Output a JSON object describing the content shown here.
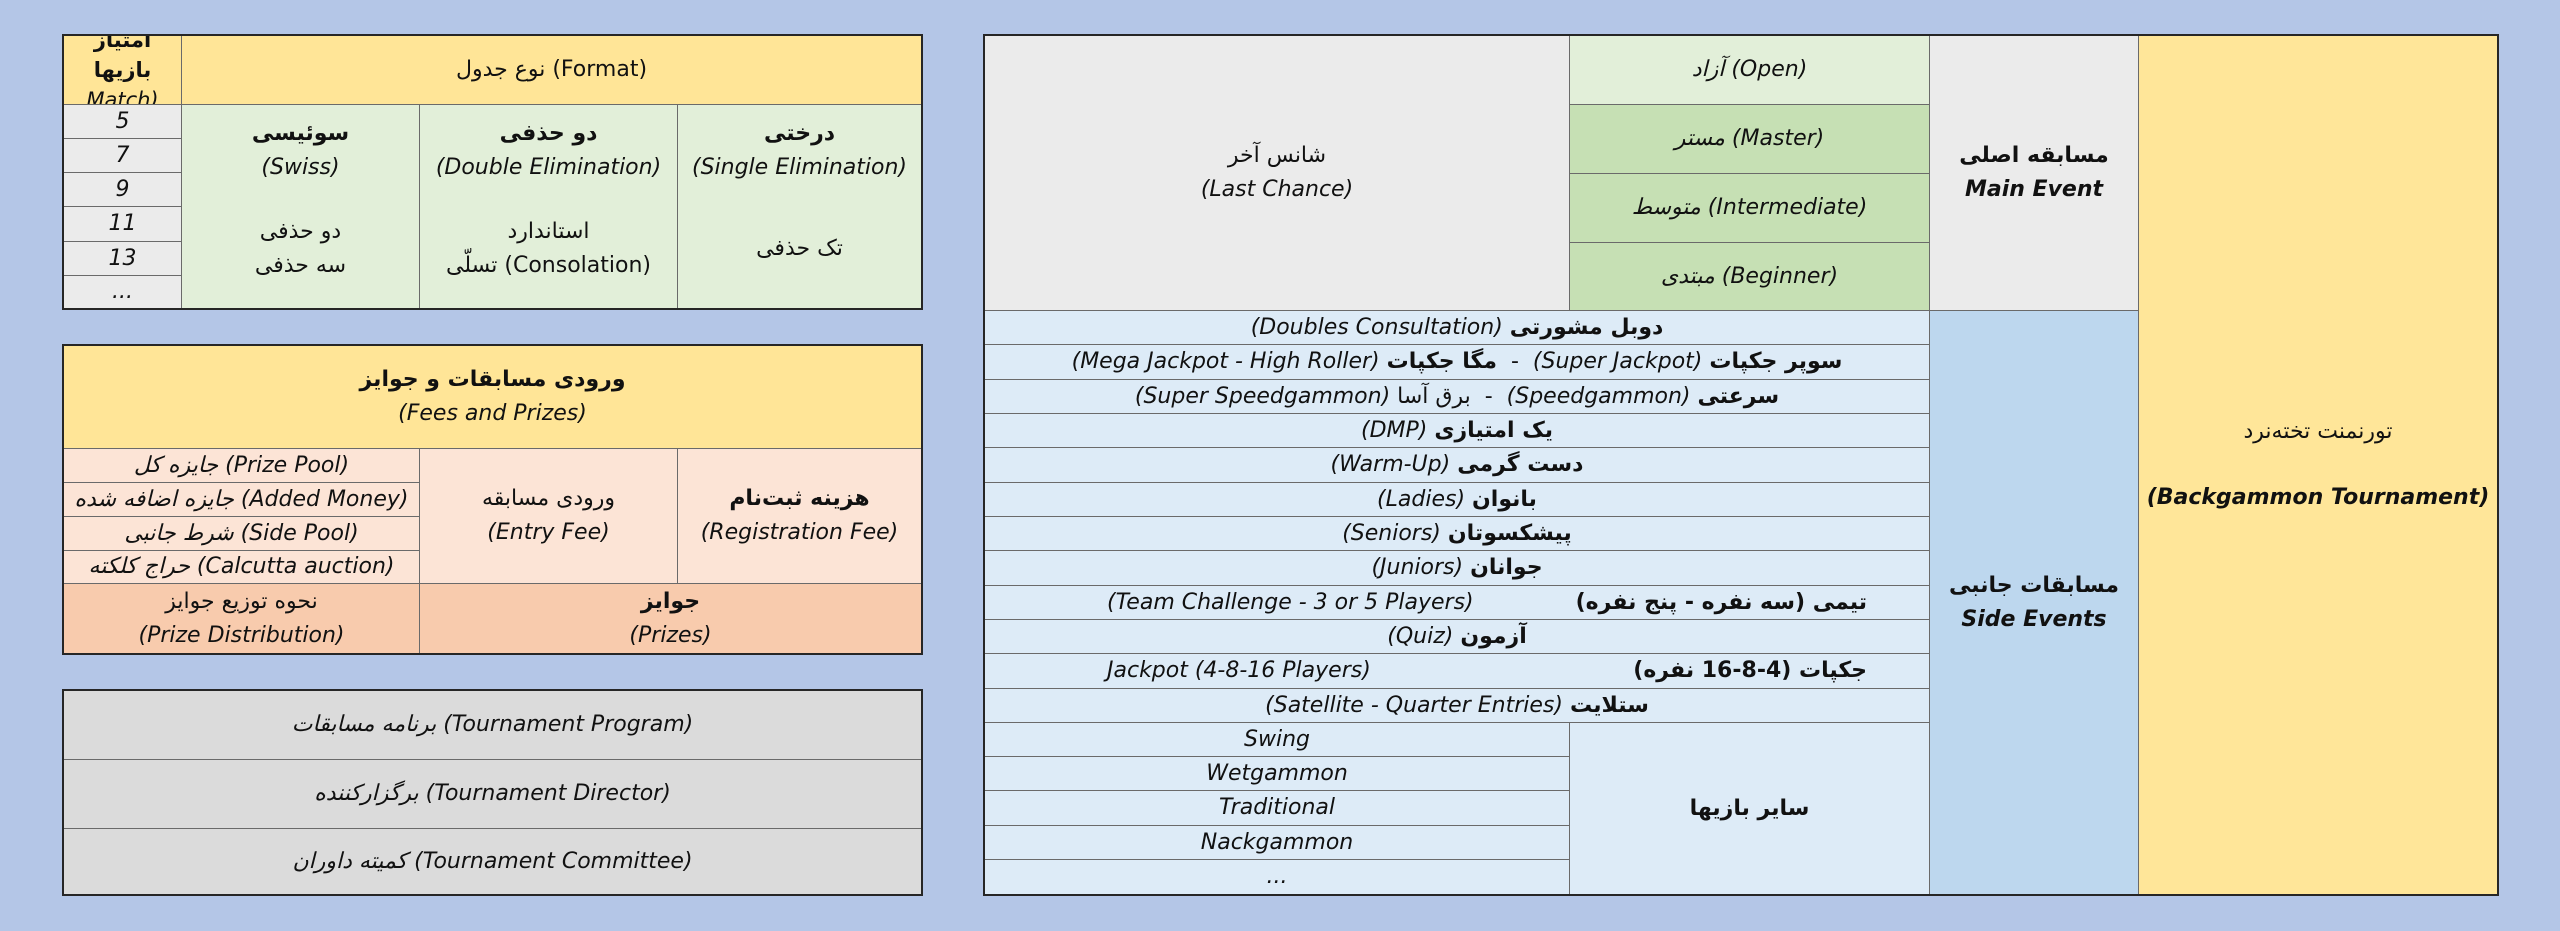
{
  "format_table": {
    "header_match": "امتیاز بازیها",
    "header_match_en": "Match)",
    "header_format": "نوع جدول (Format)",
    "match_points": [
      "5",
      "7",
      "9",
      "11",
      "13",
      "..."
    ],
    "single": {
      "title_fa": "درختی",
      "title_en": "(Single Elimination)",
      "sub1": "تک حذفی"
    },
    "double": {
      "title_fa": "دو حذفی",
      "title_en": "(Double Elimination)",
      "sub1": "استاندارد",
      "sub2": "تسلّی (Consolation)"
    },
    "swiss": {
      "title_fa": "سوئیسی",
      "title_en": "(Swiss)",
      "sub1": "دو حذفی",
      "sub2": "سه حذفی"
    }
  },
  "fees": {
    "title_fa": "ورودی مسابقات و جوایز",
    "title_en": "(Fees and Prizes)",
    "registration_fa": "هزینه ثبت‌نام",
    "registration_en": "(Registration Fee)",
    "entry_fa": "ورودی مسابقه",
    "entry_en": "(Entry Fee)",
    "items": [
      "جایزه کل (Prize Pool)",
      "جایزه اضافه شده (Added Money)",
      "شرط جانبی (Side Pool)",
      "حراج کلکته (Calcutta auction)"
    ],
    "prizes_fa": "جوایز",
    "prizes_en": "(Prizes)",
    "distribution_fa": "نحوه توزیع جوایز",
    "distribution_en": "(Prize Distribution)"
  },
  "program": {
    "rows": [
      "برنامه مسابقات (Tournament Program)",
      "برگزارکننده (Tournament Director)",
      "کمیته داوران (Tournament Committee)"
    ]
  },
  "tournament": {
    "title_fa": "تورنمنت تخته‌نرد",
    "title_en": "(Backgammon Tournament)",
    "main_event_fa": "مسابقه اصلی",
    "main_event_en": "Main Event",
    "side_events_fa": "مسابقات جانبی",
    "side_events_en": "Side Events",
    "last_chance_fa": "شانس آخر",
    "last_chance_en": "(Last Chance)",
    "levels": [
      "آزاد (Open)",
      "مستر (Master)",
      "متوسط (Intermediate)",
      "مبتدی (Beginner)"
    ],
    "side": [
      {
        "fa": "دوبل مشورتی",
        "en": "(Doubles Consultation)"
      },
      {
        "fa": "سوپر جکپات",
        "en": "(Super Jackpot)",
        "fa2": "مگا جکپات",
        "en2": "(Mega Jackpot - High Roller)"
      },
      {
        "fa": "سرعتی",
        "en": "(Speedgammon)",
        "fa2": "برق آسا",
        "en2": "(Super Speedgammon)"
      },
      {
        "fa": "یک امتیازی",
        "en": "(DMP)"
      },
      {
        "fa": "دست گرمی",
        "en": "(Warm-Up)"
      },
      {
        "fa": "بانوان",
        "en": "(Ladies)"
      },
      {
        "fa": "پیشکسوتان",
        "en": "(Seniors)"
      },
      {
        "fa": "جوانان",
        "en": "(Juniors)"
      },
      {
        "fa": "تیمی (سه نفره - پنج نفره)",
        "en": "(Team Challenge - 3 or 5 Players)"
      },
      {
        "fa": "آزمون",
        "en": "(Quiz)"
      },
      {
        "fa": "جکپات (4-8-16 نفره)",
        "en": "Jackpot (4-8-16 Players)"
      },
      {
        "fa": "ستلایت",
        "en": "(Satellite - Quarter Entries)"
      }
    ],
    "other_games_label": "سایر بازیها",
    "other_games": [
      "Swing",
      "Wetgammon",
      "Traditional",
      "Nackgammon",
      "..."
    ]
  }
}
